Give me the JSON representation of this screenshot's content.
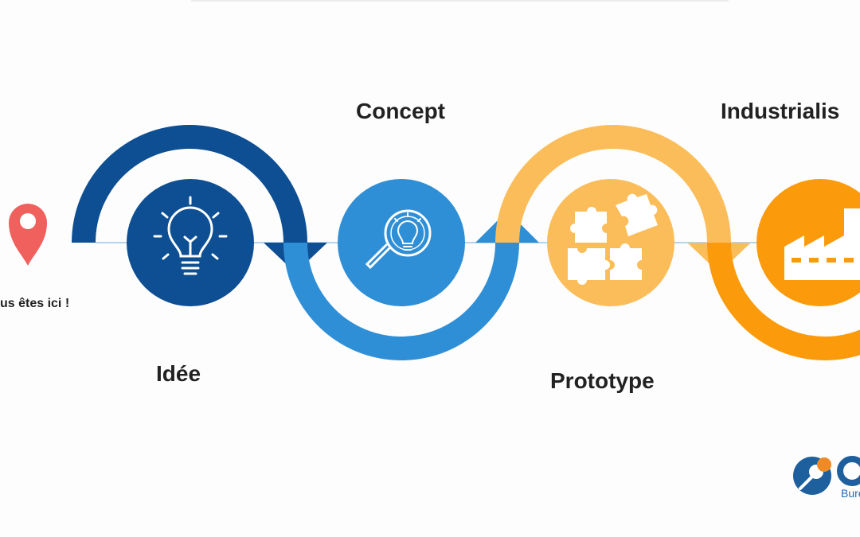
{
  "steps": [
    {
      "label": "Idée",
      "icon": "lightbulb-icon",
      "color": "#0d4f92"
    },
    {
      "label": "Concept",
      "icon": "magnifier-lightbulb-icon",
      "color": "#2f8fd6"
    },
    {
      "label": "Prototype",
      "icon": "puzzle-icon",
      "color": "#fbbd5a"
    },
    {
      "label": "Industrialis",
      "icon": "factory-icon",
      "color": "#fb9b0c"
    }
  ],
  "location": {
    "label": "us êtes ici !",
    "icon": "map-pin-icon",
    "color": "#f0605d"
  },
  "logo": {
    "icon": "logo-icon",
    "text": "Bure"
  },
  "colors": {
    "dark_blue": "#0d4f92",
    "light_blue": "#2f8fd6",
    "light_orange": "#fbbd5a",
    "orange": "#fb9b0c",
    "pin": "#f0605d"
  }
}
